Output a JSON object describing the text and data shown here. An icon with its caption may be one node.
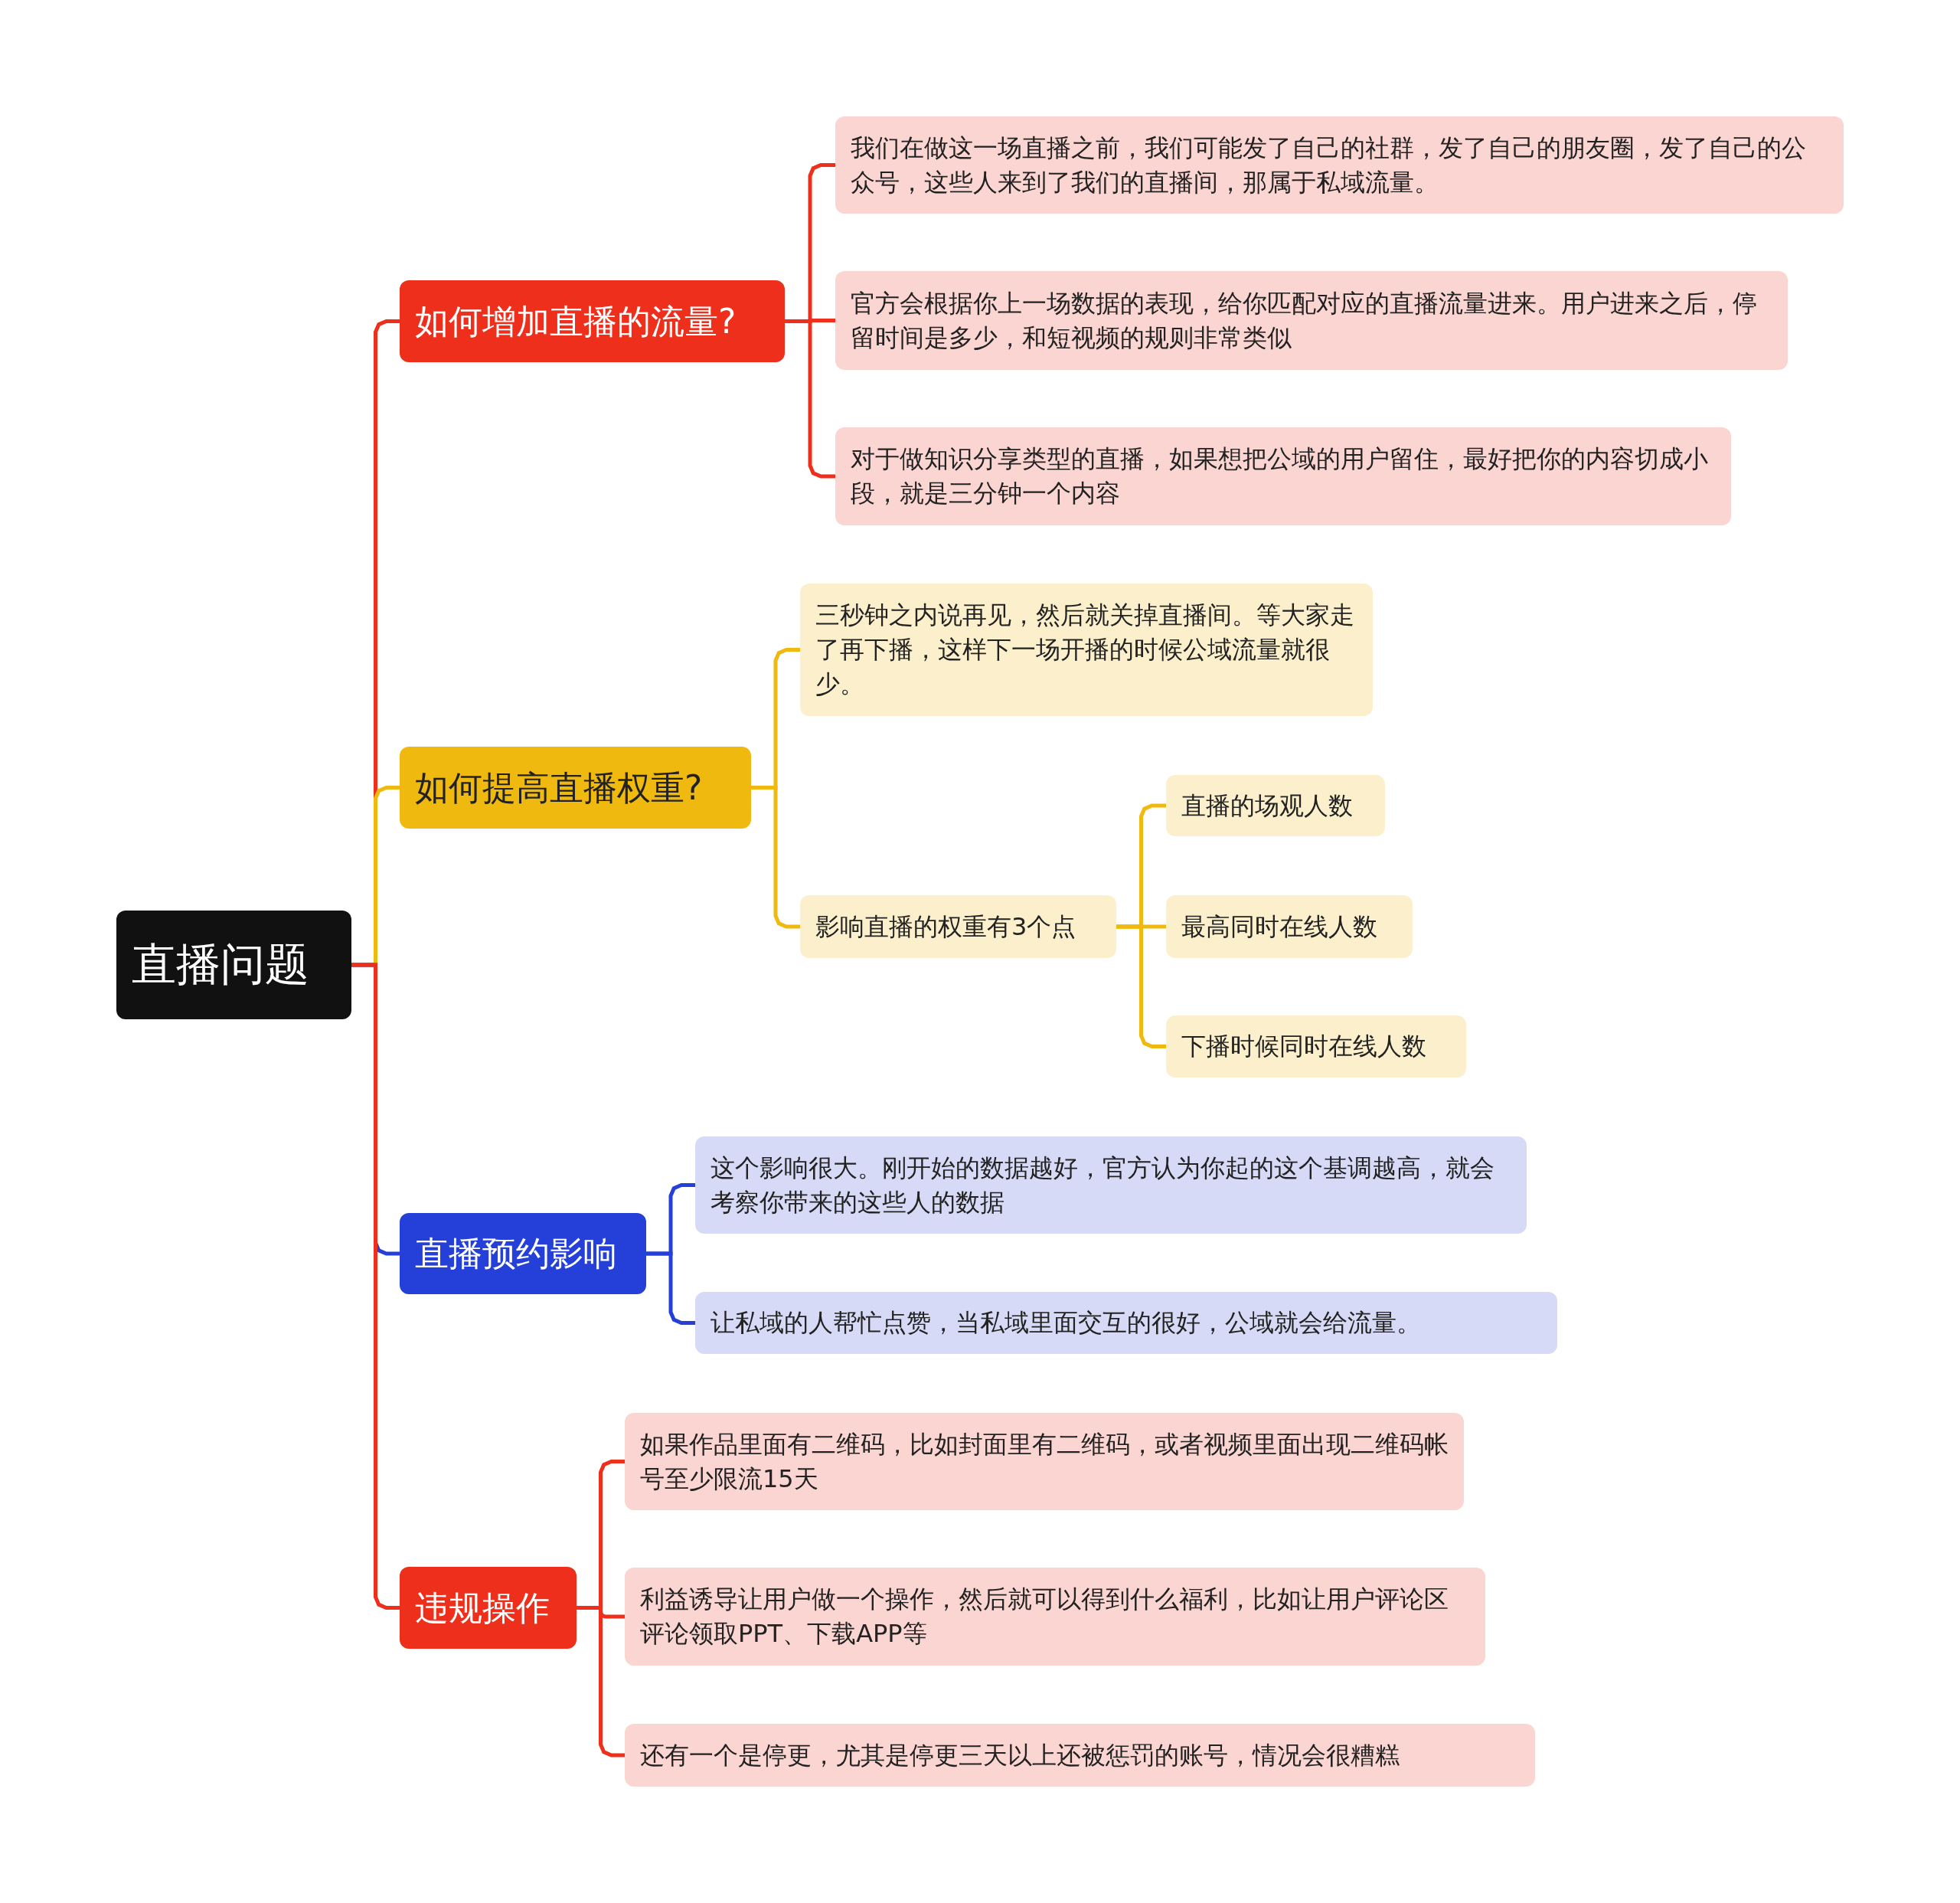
{
  "diagram": {
    "nodes": [
      {
        "text": [
          "直播问题"
        ]
      },
      {
        "text": [
          "如何增加直播的流量?"
        ]
      },
      {
        "text": [
          "我们在做这一场直播之前，我们可能发了自己的社群，发了自己的朋友圈，发了自己的公众号，这些人来到了我们的直播间，那属于私域流量。"
        ]
      },
      {
        "text": [
          "官方会根据你上一场数据的表现，给你匹配对应的直播流量进来。用户进来之后，停留时间是多少，和短视频的规则非常类似"
        ]
      },
      {
        "text": [
          "对于做知识分享类型的直播，如果想把公域的用户留住，最好把你的内容切成小段，就是三分钟一个内容"
        ]
      },
      {
        "text": [
          "如何提高直播权重?"
        ]
      },
      {
        "text": [
          "三秒钟之内说再见，然后就关掉直播间。等大家走了再下播，这样下一场开播的时候公域流量就很少。"
        ]
      },
      {
        "text": [
          "影响直播的权重有3个点"
        ]
      },
      {
        "text": [
          "直播的场观人数"
        ]
      },
      {
        "text": [
          "最高同时在线人数"
        ]
      },
      {
        "text": [
          "下播时候同时在线人数"
        ]
      },
      {
        "text": [
          "直播预约影响"
        ]
      },
      {
        "text": [
          "这个影响很大。刚开始的数据越好，官方认为你起的这个基调越高，就会考察你带来的这些人的数据"
        ]
      },
      {
        "text": [
          "让私域的人帮忙点赞，当私域里面交互的很好，公域就会给流量。"
        ]
      },
      {
        "text": [
          "违规操作"
        ]
      },
      {
        "text": [
          "如果作品里面有二维码，比如封面里有二维码，或者视频里面出现二维码帐号至少限流15天"
        ]
      },
      {
        "text": [
          "利益诱导让用户做一个操作，然后就可以得到什么福利，比如让用户评论区评论领取PPT、下载APP等"
        ]
      },
      {
        "text": [
          "还有一个是停更，尤其是停更三天以上还被惩罚的账号，情况会很糟糕"
        ]
      }
    ],
    "edges": [
      {
        "from": 0,
        "to": 1,
        "arrow": "none"
      },
      {
        "from": 1,
        "to": 2,
        "arrow": "none"
      },
      {
        "from": 1,
        "to": 3,
        "arrow": "none"
      },
      {
        "from": 1,
        "to": 4,
        "arrow": "none"
      },
      {
        "from": 0,
        "to": 5,
        "arrow": "none",
        "color": "#f0b90f"
      },
      {
        "from": 5,
        "to": 6,
        "arrow": "none",
        "color": "#f0b90f"
      },
      {
        "from": 5,
        "to": 7,
        "arrow": "none",
        "color": "#f0b90f"
      },
      {
        "from": 7,
        "to": 8,
        "arrow": "none",
        "color": "#f0b90f"
      },
      {
        "from": 7,
        "to": 9,
        "arrow": "none",
        "color": "#f0b90f"
      },
      {
        "from": 7,
        "to": 10,
        "arrow": "none",
        "color": "#f0b90f"
      },
      {
        "from": 0,
        "to": 11,
        "arrow": "none",
        "color": "#2440d8"
      },
      {
        "from": 11,
        "to": 12,
        "arrow": "none",
        "color": "#2440d8"
      },
      {
        "from": 11,
        "to": 13,
        "arrow": "none",
        "color": "#2440d8"
      },
      {
        "from": 0,
        "to": 14,
        "arrow": "none"
      },
      {
        "from": 14,
        "to": 15,
        "arrow": "none"
      },
      {
        "from": 14,
        "to": 16,
        "arrow": "none"
      },
      {
        "from": 14,
        "to": 17,
        "arrow": "none"
      }
    ]
  }
}
